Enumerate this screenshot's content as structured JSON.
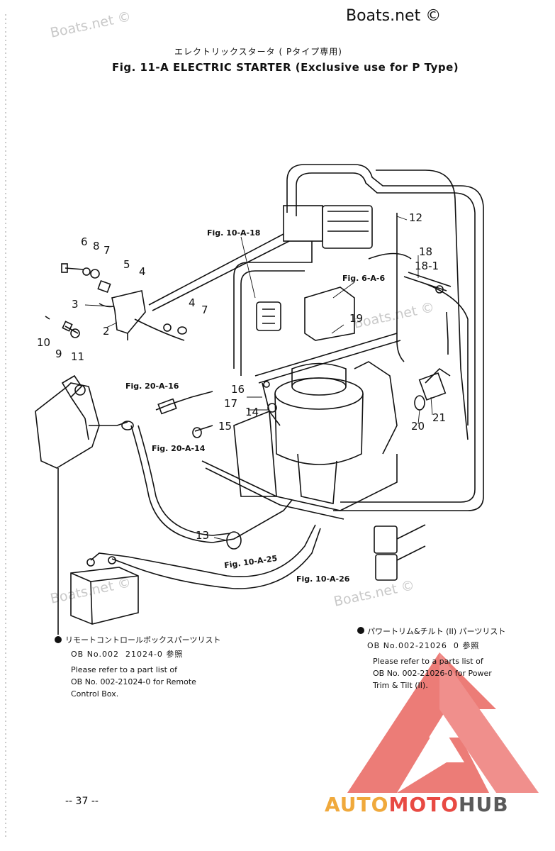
{
  "watermarks": {
    "top_left": "Boats.net ©",
    "top_right": "Boats.net ©",
    "middle": "Boats.net ©",
    "bottom_left": "Boats.net ©",
    "bottom_right": "Boats.net ©"
  },
  "header": {
    "japanese_title": "エレクトリックスタータ ( Pタイプ専用)",
    "title": "Fig. 11-A   ELECTRIC STARTER (Exclusive use for P Type)"
  },
  "callouts": [
    "6",
    "8",
    "7",
    "5",
    "4",
    "3",
    "2",
    "4",
    "7",
    "10",
    "9",
    "11",
    "12",
    "18",
    "18-1",
    "19",
    "16",
    "17",
    "14",
    "15",
    "13",
    "20",
    "21"
  ],
  "figure_refs": [
    "Fig. 10-A-18",
    "Fig. 6-A-6",
    "Fig. 20-A-16",
    "Fig. 20-A-14",
    "Fig. 10-A-25",
    "Fig. 10-A-26"
  ],
  "notes": {
    "left": {
      "jp": "リモートコントロールボックスパーツリスト",
      "ob": "OB No.002  21024-0 参照",
      "en": "Please refer to a part list of\nOB No. 002-21024-0 for Remote\nControl Box."
    },
    "right": {
      "jp": "パワートリム&チルト (II) パーツリスト",
      "ob": "OB No.002-21026  0 参照",
      "en": "Please refer to a parts list of\nOB No. 002-21026-0 for Power\nTrim & Tilt (II)."
    }
  },
  "page_number": "-- 37 --",
  "brand": {
    "part1": "AUTO",
    "part2": "MOTO",
    "part3": "HUB"
  }
}
